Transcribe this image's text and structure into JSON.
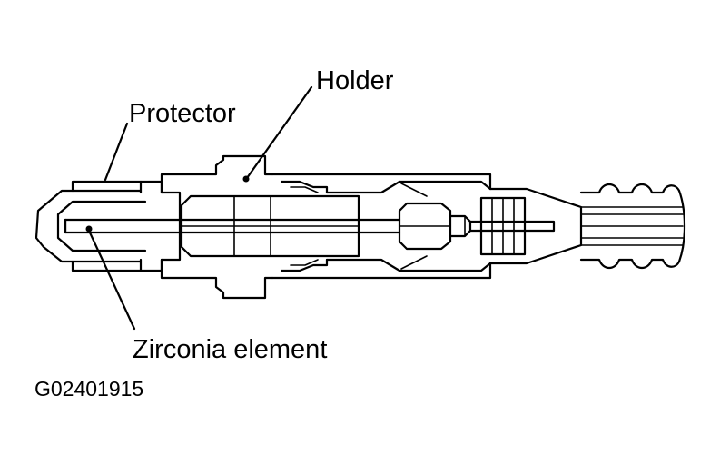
{
  "labels": {
    "holder": "Holder",
    "protector": "Protector",
    "zirconia": "Zirconia element",
    "figure_code": "G02401915"
  },
  "colors": {
    "ink": "#000000",
    "background": "#ffffff"
  }
}
